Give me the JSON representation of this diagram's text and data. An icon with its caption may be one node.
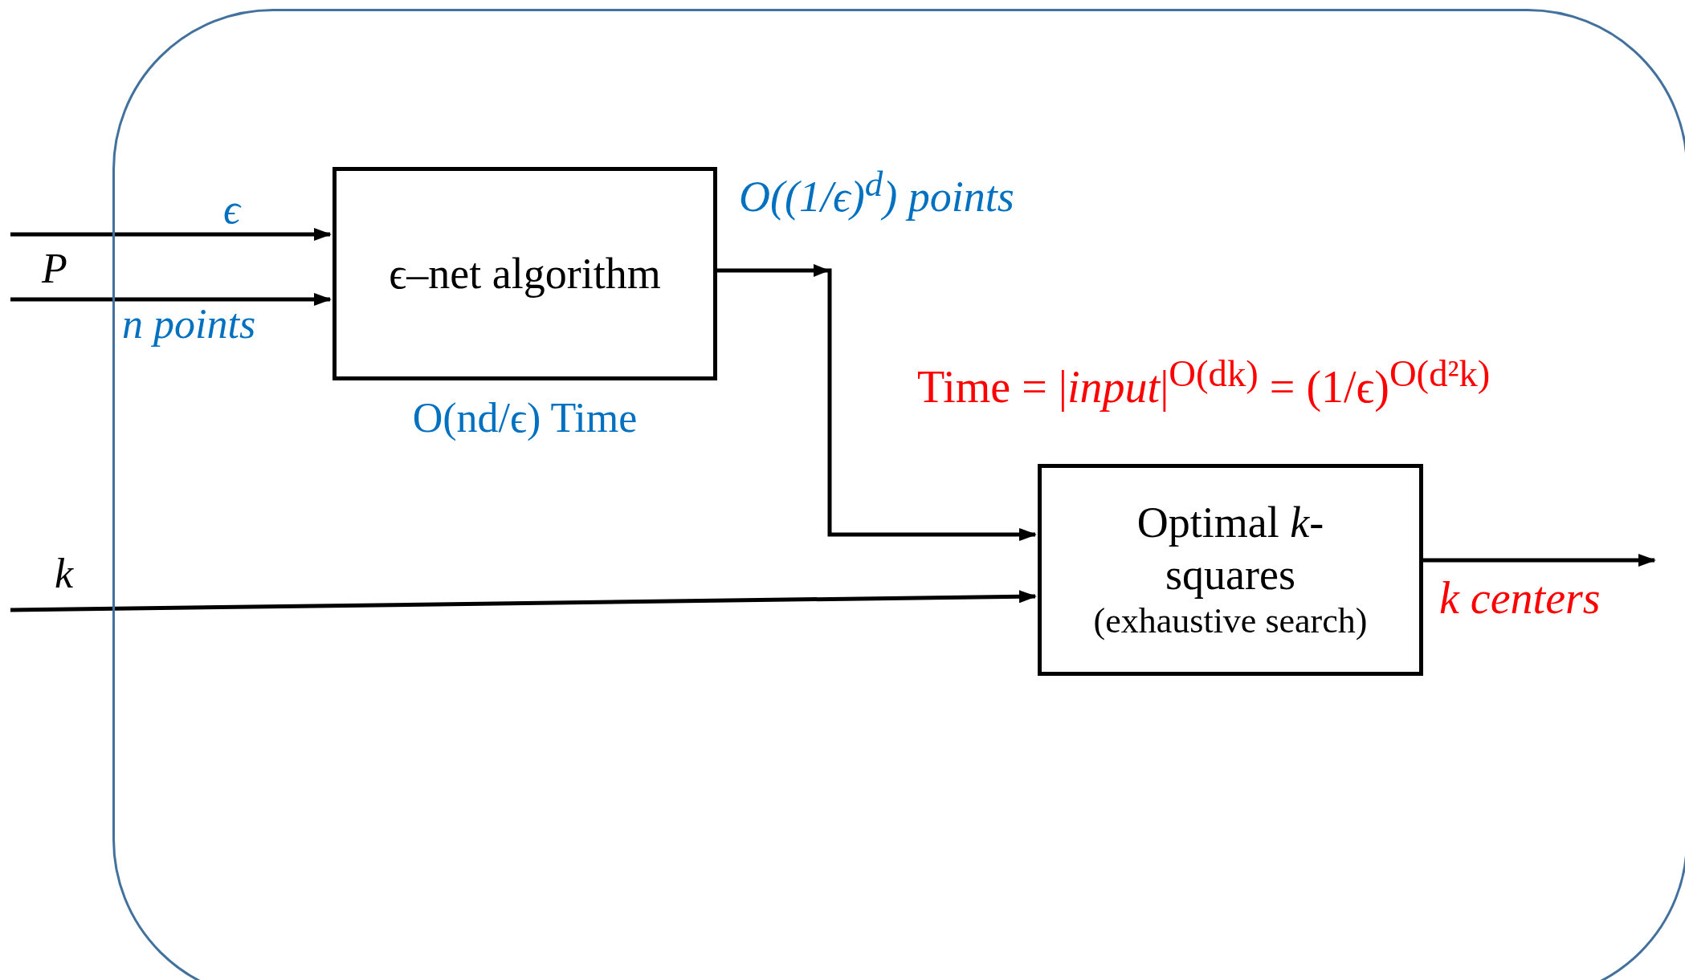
{
  "diagram": {
    "nodes": [
      {
        "text": [],
        "shape": "box"
      },
      {
        "text": [
          "ϵ–net algorithm"
        ],
        "in": 0,
        "beside": [
          "O(nd/ϵ) Time"
        ]
      },
      {
        "text": [
          "Optimal *k*-squares",
          "(exhaustive search)"
        ],
        "in": 0
      }
    ],
    "edges": [
      {
        "from": null,
        "to": 1,
        "arrow": "to",
        "label": "ϵ"
      },
      {
        "from": null,
        "to": 1,
        "arrow": "to",
        "label": "P"
      },
      {
        "from": 1,
        "to": 2,
        "arrow": "to",
        "label": "O((1/ϵ)$^{d}$) points"
      },
      {
        "from": null,
        "to": 2,
        "arrow": "to",
        "label": "k"
      },
      {
        "from": 2,
        "to": null,
        "arrow": "to",
        "label": "k centers"
      }
    ],
    "labels": [
      "n points",
      "Time = |*input*|$^{O(dk)}$ = (1/ϵ)$^{O(d²k)}$"
    ]
  }
}
